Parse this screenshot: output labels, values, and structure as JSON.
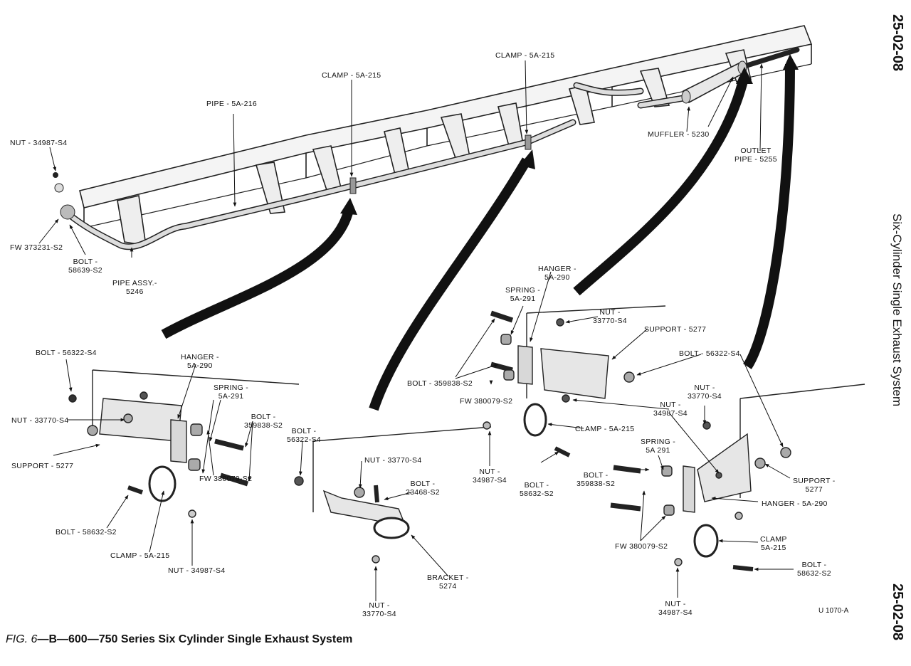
{
  "page_number_top": "25-02-08",
  "page_number_bottom": "25-02-08",
  "section_title": "Six-Cylinder Single Exhaust System",
  "caption": {
    "fig": "FIG. 6",
    "text": "—B—600—750 Series Six Cylinder Single Exhaust System"
  },
  "figure_code": "U 1070-A",
  "labels": {
    "nut_34987_top": [
      "NUT - 34987-S4"
    ],
    "fw_373231": [
      "FW 373231-S2"
    ],
    "bolt_58639": [
      "BOLT -",
      "58639-S2"
    ],
    "pipe_assy": [
      "PIPE ASSY.-",
      "5246"
    ],
    "pipe_5a216": [
      "PIPE - 5A-216"
    ],
    "clamp_top_1": [
      "CLAMP - 5A-215"
    ],
    "clamp_top_2": [
      "CLAMP - 5A-215"
    ],
    "muffler": [
      "MUFFLER - 5230"
    ],
    "outlet_pipe": [
      "OUTLET",
      "PIPE - 5255"
    ],
    "l_bolt_56322": [
      "BOLT - 56322-S4"
    ],
    "l_nut_33770": [
      "NUT - 33770-S4"
    ],
    "l_support": [
      "SUPPORT - 5277"
    ],
    "l_hanger": [
      "HANGER -",
      "5A-290"
    ],
    "l_spring": [
      "SPRING -",
      "5A-291"
    ],
    "l_bolt_359838": [
      "BOLT -",
      "359838-S2"
    ],
    "l_fw_380079": [
      "FW 380079-S2"
    ],
    "l_bolt_58632": [
      "BOLT - 58632-S2"
    ],
    "l_clamp": [
      "CLAMP - 5A-215"
    ],
    "l_nut_34987": [
      "NUT - 34987-S4"
    ],
    "c_bolt_56322": [
      "BOLT -",
      "56322-S4"
    ],
    "c_nut_33770_top": [
      "NUT - 33770-S4"
    ],
    "c_bolt_23468": [
      "BOLT -",
      "23468-S2"
    ],
    "c_bracket": [
      "BRACKET -",
      "5274"
    ],
    "c_nut_33770_bot": [
      "NUT -",
      "33770-S4"
    ],
    "m_hanger": [
      "HANGER -",
      "5A-290"
    ],
    "m_spring": [
      "SPRING -",
      "5A-291"
    ],
    "m_nut_33770": [
      "NUT -",
      "33770-S4"
    ],
    "m_support": [
      "SUPPORT - 5277"
    ],
    "m_bolt_359838": [
      "BOLT - 359838-S2"
    ],
    "m_fw_380079": [
      "FW 380079-S2"
    ],
    "m_nut_34987": [
      "NUT -",
      "34987-S4"
    ],
    "m_bolt_58632": [
      "BOLT -",
      "58632-S2"
    ],
    "m_clamp": [
      "CLAMP - 5A-215"
    ],
    "r_bolt_56322": [
      "BOLT - 56322-S4"
    ],
    "r_nut_33770": [
      "NUT -",
      "33770-S4"
    ],
    "r_nut_34987_mid": [
      "NUT -",
      "34987-S4"
    ],
    "r_spring": [
      "SPRING -",
      "5A 291"
    ],
    "r_bolt_359838": [
      "BOLT -",
      "359838-S2"
    ],
    "r_support": [
      "SUPPORT -",
      "5277"
    ],
    "r_hanger": [
      "HANGER - 5A-290"
    ],
    "r_fw_380079": [
      "FW 380079-S2"
    ],
    "r_clamp": [
      "CLAMP",
      "5A-215"
    ],
    "r_bolt_58632": [
      "BOLT -",
      "58632-S2"
    ],
    "r_nut_34987_bot": [
      "NUT -",
      "34987-S4"
    ]
  }
}
